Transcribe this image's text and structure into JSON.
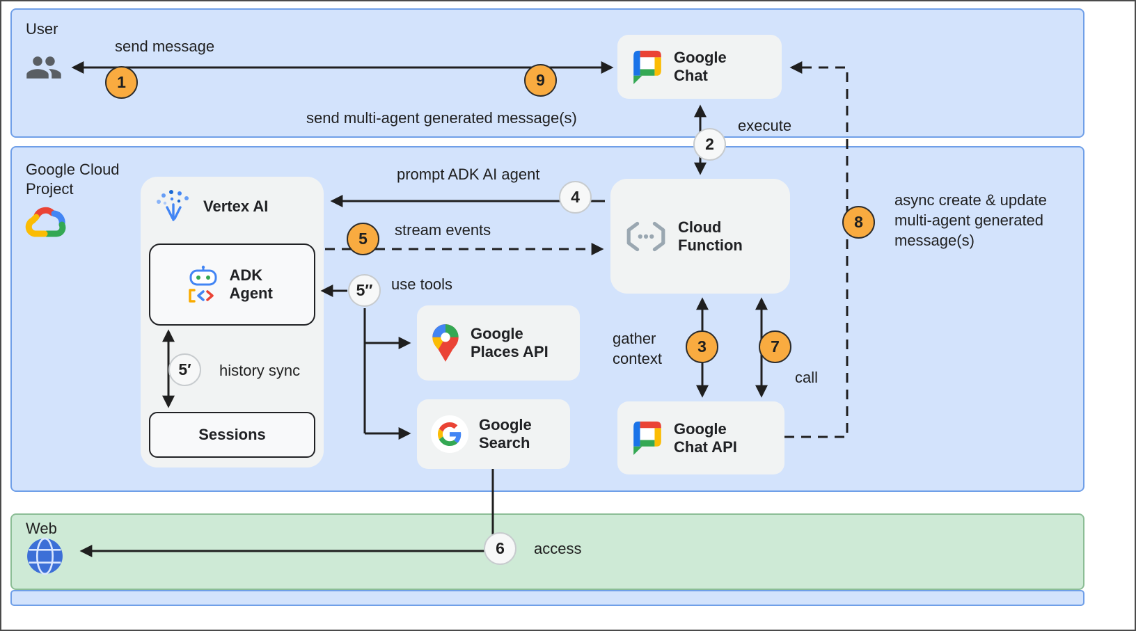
{
  "colors": {
    "panel_blue": "#d3e3fc",
    "panel_blue_border": "#6f9fe8",
    "panel_green": "#ceead6",
    "panel_green_border": "#8bbd95",
    "card_gray": "#f1f3f3",
    "badge_orange": "#f9ab40",
    "arrow_black": "#1f1f1f",
    "google_blue": "#4285f4",
    "google_red": "#ea4335",
    "google_yellow": "#fbbc04",
    "google_green": "#34a853"
  },
  "panels": {
    "user": {
      "label": "User"
    },
    "gcp": {
      "label": "Google Cloud Project"
    },
    "web": {
      "label": "Web"
    }
  },
  "cards": {
    "google_chat": {
      "title": "Google Chat"
    },
    "cloud_function": {
      "title": "Cloud Function"
    },
    "vertex_ai": {
      "title": "Vertex AI"
    },
    "adk_agent": {
      "title": "ADK Agent"
    },
    "sessions": {
      "title": "Sessions"
    },
    "google_places": {
      "title": "Google Places API"
    },
    "google_search": {
      "title": "Google Search"
    },
    "google_chat_api": {
      "title": "Google Chat API"
    }
  },
  "edge_labels": {
    "send_message": "send message",
    "send_multi_agent": "send multi-agent generated message(s)",
    "execute": "execute",
    "prompt_adk": "prompt ADK AI agent",
    "stream_events": "stream events",
    "use_tools": "use tools",
    "history_sync": "history sync",
    "gather_context": "gather context",
    "call": "call",
    "async_create": "async create & update multi-agent generated message(s)",
    "access": "access"
  },
  "badges": {
    "b1": "1",
    "b2": "2",
    "b3": "3",
    "b4": "4",
    "b5": "5",
    "b5_prime": "5′",
    "b5_doubleprime": "5″",
    "b6": "6",
    "b7": "7",
    "b8": "8",
    "b9": "9"
  }
}
